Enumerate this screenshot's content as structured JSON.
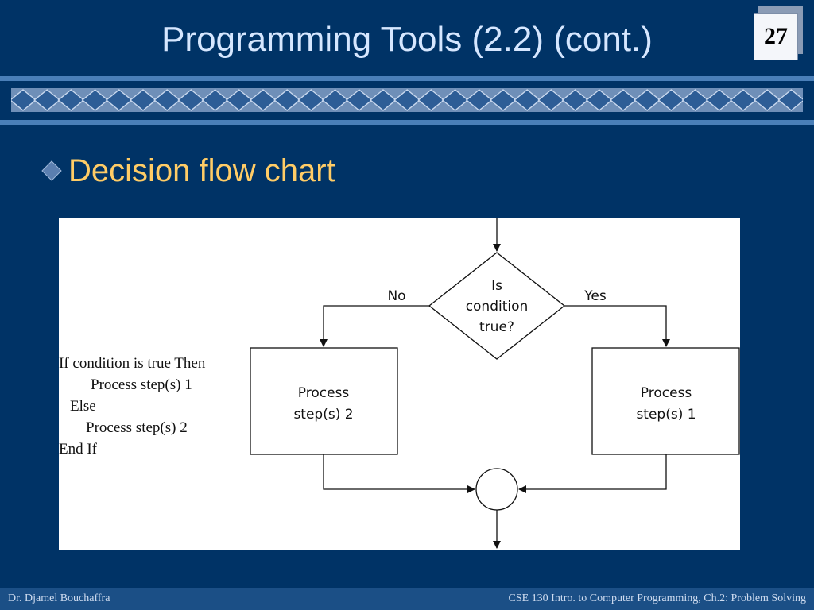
{
  "slide": {
    "title": "Programming Tools (2.2) (cont.)",
    "page_number": "27",
    "bullet": "Decision flow chart"
  },
  "pseudocode": [
    "If condition is true Then",
    "Process step(s) 1",
    "Else",
    "Process step(s) 2",
    "End If"
  ],
  "flowchart": {
    "decision": [
      "Is",
      "condition",
      "true?"
    ],
    "no_label": "No",
    "yes_label": "Yes",
    "left_process": [
      "Process",
      "step(s) 2"
    ],
    "right_process": [
      "Process",
      "step(s) 1"
    ]
  },
  "footer": {
    "left": "Dr. Djamel Bouchaffra",
    "right": "CSE 130 Intro. to Computer Programming, Ch.2: Problem Solving"
  },
  "colors": {
    "background": "#003366",
    "title_text": "#d6e7ff",
    "bullet_text": "#ffcc66",
    "accent_rule": "#4a7fb8"
  }
}
